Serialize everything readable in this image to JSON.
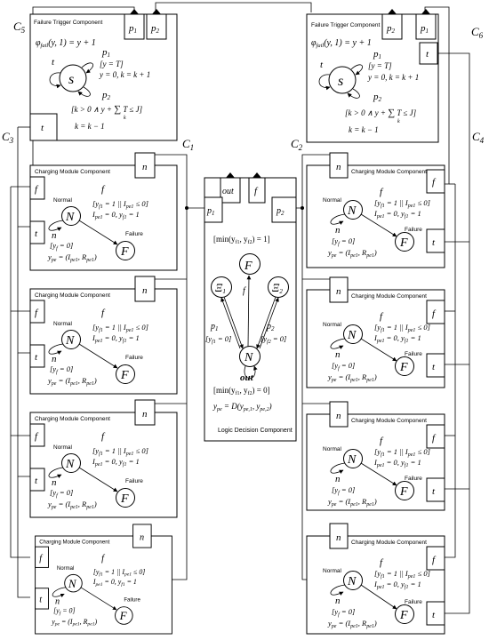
{
  "trigger": {
    "title": "Failure Trigger Component",
    "port_p1": "p",
    "port_p1_sub": "1",
    "port_p2": "p",
    "port_p2_sub": "2",
    "port_t": "t",
    "phi": "φ",
    "phi_sub": "fail",
    "phi_expr": "(y, 1) = y + 1",
    "state": "s",
    "loop_label": "t",
    "p1_label": "p",
    "p1_sub": "1",
    "p1_guard": "[y = T]",
    "p1_action": "y = 0, k = k + 1",
    "p2_label": "p",
    "p2_sub": "2",
    "p2_guard_a": "k > 0 ∧ y + ",
    "p2_guard_sum": "∑",
    "p2_guard_b": "T ≤ J",
    "p2_guard_k": "k",
    "p2_action": "k = k − 1"
  },
  "labels": {
    "C1": "C",
    "C1_sub": "1",
    "C2": "C",
    "C2_sub": "2",
    "C3": "C",
    "C3_sub": "3",
    "C4": "C",
    "C4_sub": "4",
    "C5": "C",
    "C5_sub": "5",
    "C6": "C",
    "C6_sub": "6"
  },
  "charging": {
    "title": "Charging Module Component",
    "port_f": "f",
    "port_t": "t",
    "port_n": "n",
    "state_n": "N",
    "state_f": "F",
    "normal": "Normal",
    "failure": "Failure",
    "arc_f": "f",
    "guard_left": "[y",
    "guard_left_sub": "f1",
    "guard_eq1": " = 1 || I",
    "guard_i_sub": "pe1",
    "guard_right": " ≤ 0]",
    "reset_i": "I",
    "reset_i_sub": "pe1",
    "reset_mid": " = 0, y",
    "reset_y_sub": "f1",
    "reset_end": " = 1",
    "arc_n": "n",
    "yf_guard_a": "[y",
    "yf_guard_sub": "f",
    "yf_guard_b": " = 0]",
    "ype": "y",
    "ype_sub": "pe",
    "ype_eq": " = (I",
    "ype_i_sub": "pe1",
    "ype_comma": ", R",
    "ype_r_sub": "pe1",
    "ype_close": ")"
  },
  "logic": {
    "title": "Logic Decision Component",
    "port_out": "out",
    "port_f": "f",
    "port_p1": "p",
    "port_p1_sub": "1",
    "port_p2": "p",
    "port_p2_sub": "2",
    "min_top_a": "[min(y",
    "min_top_s1": "f1",
    "min_top_b": ", y",
    "min_top_s2": "f2",
    "min_top_c": ") = 1]",
    "state_f": "F",
    "state_xi1": "Ξ",
    "state_xi1_sub": "1",
    "state_xi2": "Ξ",
    "state_xi2_sub": "2",
    "state_n": "N",
    "arc_f": "f",
    "arc_p1": "p",
    "arc_p1_sub": "1",
    "arc_p1_guard_a": "[y",
    "arc_p1_guard_sub": "f1",
    "arc_p1_guard_b": " = 0]",
    "arc_p2": "p",
    "arc_p2_sub": "2",
    "arc_p2_guard_a": "[y",
    "arc_p2_guard_sub": "f2",
    "arc_p2_guard_b": " = 0]",
    "arc_out": "out",
    "min_bot_a": "[min(y",
    "min_bot_s1": "f1",
    "min_bot_b": ", y",
    "min_bot_s2": "f2",
    "min_bot_c": ") = 0]",
    "ype_a": "y",
    "ype_sub": "pe",
    "ype_b": " = D(y",
    "ype_s1": "pe,1",
    "ype_c": ", y",
    "ype_s2": "pe,2",
    "ype_d": ")"
  }
}
